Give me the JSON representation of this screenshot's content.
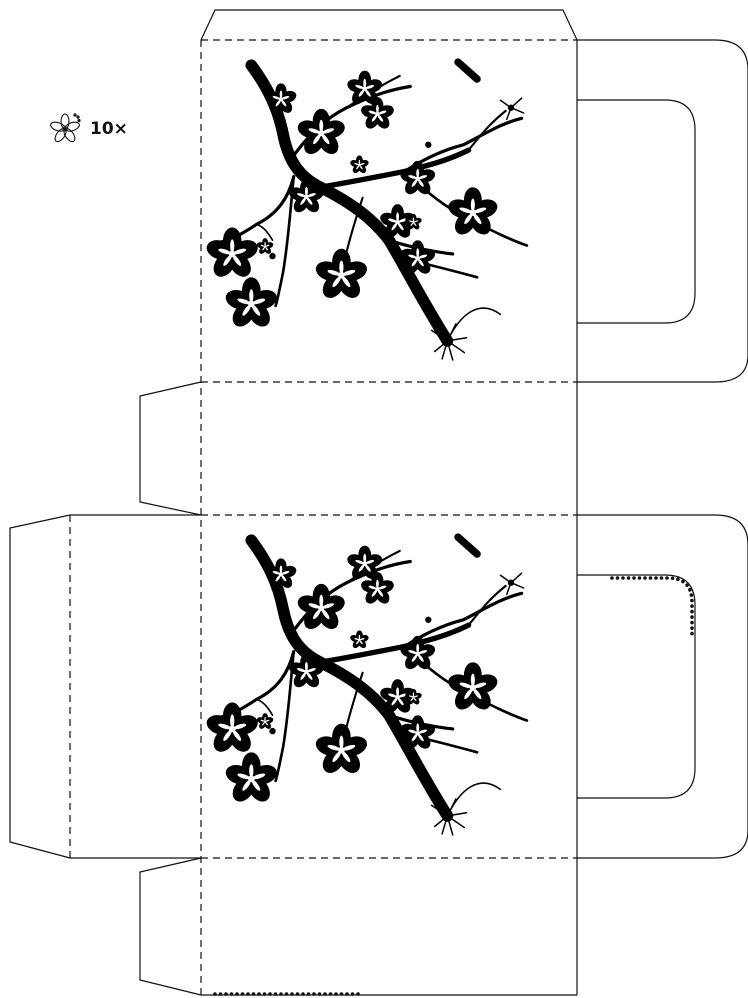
{
  "template": {
    "legend": {
      "icon": "flower-outline-icon",
      "count_text": "10×"
    },
    "line_color": "#111111",
    "panels": [
      {
        "name": "lid-panel",
        "artwork": "cherry-blossom-branch"
      },
      {
        "name": "top-flap-panel",
        "artwork": "none"
      },
      {
        "name": "front-panel",
        "artwork": "cherry-blossom-branch"
      },
      {
        "name": "bottom-flap-panel",
        "artwork": "none"
      }
    ]
  }
}
